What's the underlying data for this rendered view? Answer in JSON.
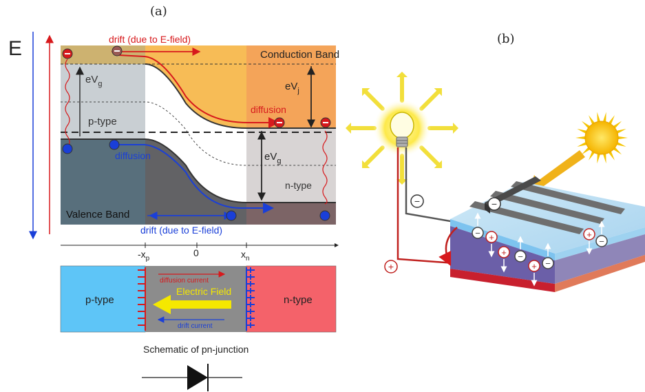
{
  "panel_labels": {
    "a": "(a)",
    "b": "(b)"
  },
  "band_diagram": {
    "energy_axis": "E",
    "drift_top": "drift (due to E-field)",
    "conduction_band": "Conduction Band",
    "valence_band": "Valence Band",
    "drift_bottom": "drift (due to E-field)",
    "eVg_left": {
      "base": "eV",
      "sub": "g"
    },
    "eVj": {
      "base": "eV",
      "sub": "j"
    },
    "eVg_right": {
      "base": "eV",
      "sub": "g"
    },
    "p_type": "p-type",
    "n_type": "n-type",
    "diffusion_electron": "diffusion",
    "diffusion_hole": "diffusion",
    "axis_ticks": {
      "xp": {
        "base": "-x",
        "sub": "p"
      },
      "zero": "0",
      "xn": {
        "base": "x",
        "sub": "n"
      }
    }
  },
  "junction_schematic": {
    "p_type": "p-type",
    "n_type": "n-type",
    "diffusion_current": "diffusion current",
    "electric_field": "Electric Field",
    "drift_current": "drift current",
    "caption": "Schematic of pn-junction"
  },
  "solar_cell": {
    "minus_sign": "−",
    "plus_sign": "+"
  },
  "colors": {
    "conduction_band": "#f7b84d",
    "valence_band": "#5a6b78",
    "electron": "#d7191c",
    "hole": "#1a3fd8",
    "p_region": "#5ec5f7",
    "n_region": "#f4626a",
    "depletion": "#8c8c8c",
    "field_arrow": "#f5e800"
  }
}
